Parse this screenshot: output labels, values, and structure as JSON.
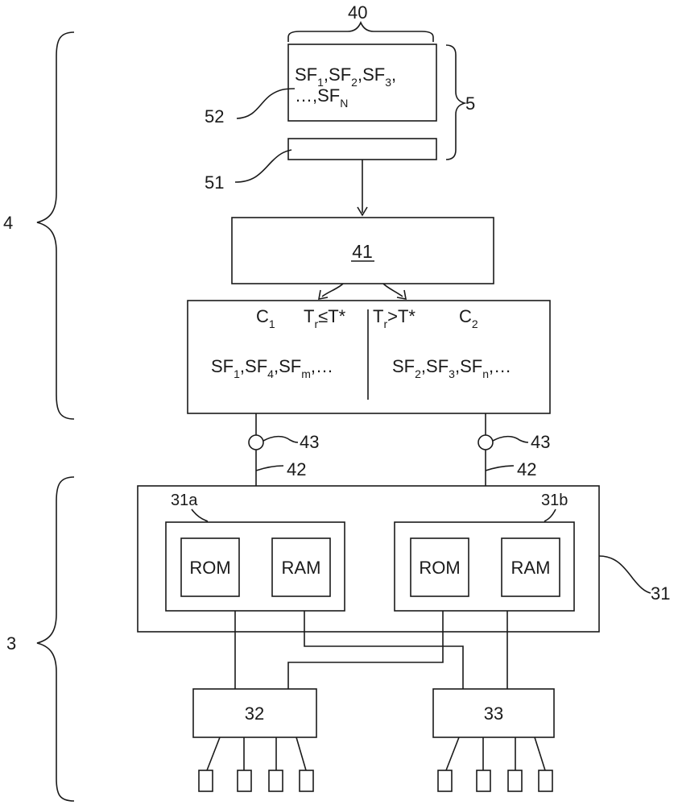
{
  "labels": {
    "ref_4": "4",
    "ref_3": "3",
    "ref_5": "5",
    "ref_40": "40",
    "ref_41": "41",
    "ref_51": "51",
    "ref_52": "52",
    "ref_43_left": "43",
    "ref_43_right": "43",
    "ref_42_left": "42",
    "ref_42_right": "42",
    "ref_31": "31",
    "ref_31a": "31a",
    "ref_31b": "31b",
    "ref_32": "32",
    "ref_33": "33"
  },
  "storage_box": {
    "line1_parts": [
      "SF",
      "1",
      ",SF",
      "2",
      ",SF",
      "3",
      ","
    ],
    "line2_parts": [
      "…,SF",
      "N"
    ]
  },
  "classifier": {
    "c1": {
      "base": "C",
      "sub": "1"
    },
    "c2": {
      "base": "C",
      "sub": "2"
    },
    "cond_left": {
      "base": "T",
      "sub": "r",
      "rest": "≤T*"
    },
    "cond_right": {
      "base": "T",
      "sub": "r",
      "rest": ">T*"
    },
    "left_list_parts": [
      "SF",
      "1",
      ",SF",
      "4",
      ",SF",
      "m",
      ",…"
    ],
    "right_list_parts": [
      "SF",
      "2",
      ",SF",
      "3",
      ",SF",
      "n",
      ",…"
    ]
  },
  "memory": {
    "left": {
      "rom": "ROM",
      "ram": "RAM"
    },
    "right": {
      "rom": "ROM",
      "ram": "RAM"
    }
  },
  "colors": {
    "line": "#1a1a1a",
    "background": "#ffffff"
  }
}
